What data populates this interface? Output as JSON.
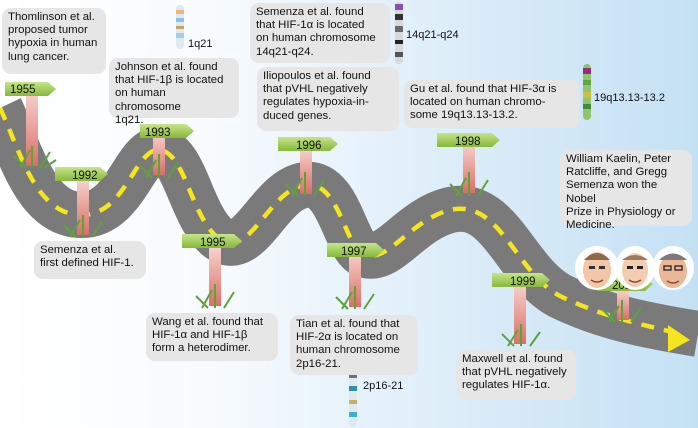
{
  "milestones": [
    {
      "year": "1955",
      "text": "Thomlinson et al.\nproposed tumor\nhypoxia in human\nlung cancer."
    },
    {
      "year": "1992",
      "text": "Semenza et al.\nfirst defined HIF-1."
    },
    {
      "year": "1993",
      "text": "Johnson et al. found\nthat HIF-1β is located\non human chromosome\n1q21."
    },
    {
      "year": "1995",
      "text": "Wang et al. found that\nHIF-1α and HIF-1β\nform a heterodimer."
    },
    {
      "year": "1996",
      "text": "Iliopoulos et al. found\nthat pVHL negatively\nregulates hypoxia-in-\nduced genes."
    },
    {
      "year": "1997",
      "text": "Tian et al. found that\nHIF-2α is located on\nhuman chromosome\n2p16-21."
    },
    {
      "year": "1998",
      "text": "Gu et al. found that HIF-3α is\nlocated on human chromo-\nsome 19q13.13-13.2."
    },
    {
      "year": "1999",
      "text": "Maxwell et al. found\nthat pVHL negatively\nregulates HIF-1α."
    },
    {
      "year": "2019",
      "text": "William Kaelin, Peter\nRatcliffe, and Gregg\nSemenza won the Nobel\nPrize in Physiology or\nMedicine."
    }
  ],
  "semenza_note": "Semenza et al. found\nthat HIF-1α is located\non human chromosome\n14q21-q24.",
  "chromosomes": {
    "c1q21": "1q21",
    "c14q": "14q21-q24",
    "c19q": "19q13.13-13.2",
    "c2p": "2p16-21"
  },
  "colors": {
    "road": "#7a7a7a",
    "dash": "#f5e51f",
    "sign": "#9acd4a",
    "post": "#e7a39b",
    "box": "#e6e6e6"
  }
}
